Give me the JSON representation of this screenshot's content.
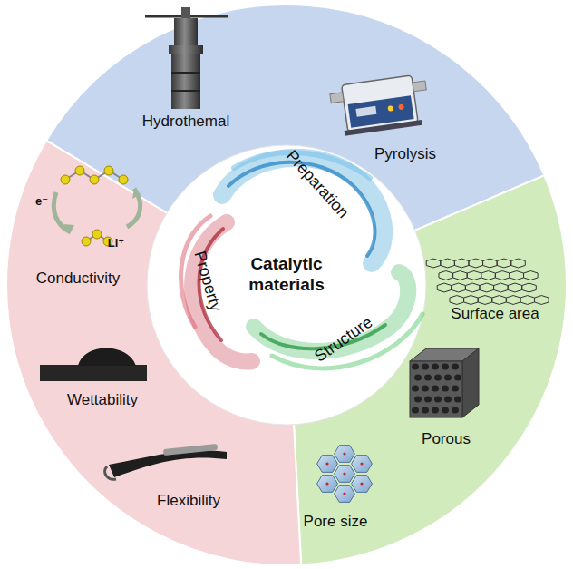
{
  "diagram": {
    "nodes": [
      {
        "text": [
          "Catalytic materials"
        ]
      }
    ],
    "labels": [
      "Hydrothemal",
      "Pyrolysis",
      "Preparation",
      "Property",
      "Structure",
      "e⁻",
      "Li⁺",
      "Conductivity",
      "Wettability",
      "Flexibility",
      "Surface area",
      "Porous",
      "Pore size"
    ]
  }
}
